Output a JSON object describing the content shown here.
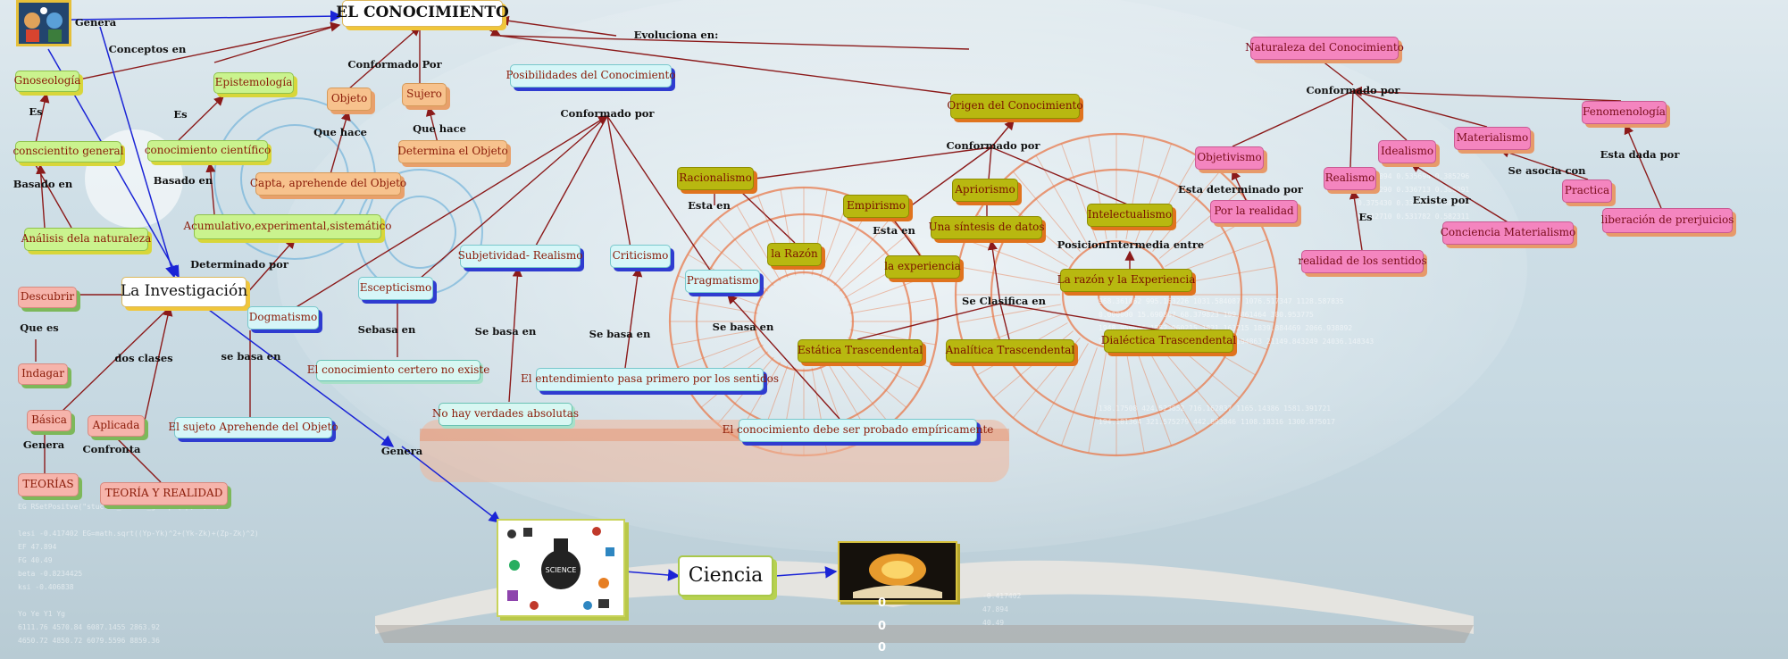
{
  "colors": {
    "link_main": "#8b1a1a",
    "link_blue": "#1b24d6",
    "gear": "#e87a4c"
  },
  "nodes": {
    "title": "EL CONOCIMIENTO",
    "gnoseologia": "Gnoseología",
    "epistemologia": "Epistemología",
    "objeto": "Objeto",
    "sujero": "Sujero",
    "conocimiento_general": "conscientito general",
    "conocimiento_cientifico": "conocimiento científico",
    "determina_objeto": "Determina el Objeto",
    "capta_aprehende": "Capta, aprehende del Objeto",
    "analisis_naturaleza": "Análisis dela naturaleza",
    "acumulativo": "Acumulativo,experimental,sistemático",
    "la_investigacion": "La Investigación",
    "descubrir": "Descubrir",
    "indagar": "Indagar",
    "basica": "Básica",
    "aplicada": "Aplicada",
    "teorias": "TEORÍAS",
    "teoria_realidad": "TEORÍA Y REALIDAD",
    "sujeto_aprehende": "El sujeto Aprehende del Objeto",
    "dogmatismo": "Dogmatismo",
    "escepticismo": "Escepticismo",
    "conocimiento_certero": "El conocimiento certero no existe",
    "no_verdades": "No hay verdades absolutas",
    "subjetividad_realismo": "Subjetividad- Realismo",
    "criticismo": "Criticismo",
    "entendimiento": "El entendimiento pasa primero por los sentidos",
    "posibilidades": "Posibilidades del Conocimiento",
    "pragmatismo": "Pragmatismo",
    "probado_empiricamente": "El conocimiento debe ser probado empíricamente",
    "racionalismo": "Racionalismo",
    "la_razon": "la Razón",
    "empirismo": "Empirismo",
    "la_experiencia": "la experiencia",
    "apriorismo": "Apriorismo",
    "sintesis_datos": "Una síntesis de datos",
    "origen": "Origen del Conocimiento",
    "intelectualismo": "Intelectualismo",
    "razon_experiencia": "La razón y la Experiencia",
    "estatica": "Estática Trascendental",
    "analitica": "Analítica Trascendental",
    "dialectica": "Dialéctica Trascendental",
    "ciencia": "Ciencia",
    "naturaleza": "Naturaleza del Conocimiento",
    "objetivismo": "Objetivismo",
    "por_realidad": "Por la realidad",
    "realismo": "Realismo",
    "realidad_sentidos": "realidad de los sentidos",
    "idealismo": "Idealismo",
    "materialismo": "Materialismo",
    "conciencia_materialismo": "Conciencia Materialismo",
    "practica": "Practica",
    "fenomenologia": "Fenomenología",
    "liberacion": "liberación de prerjuicios"
  },
  "labels": {
    "genera_top": "Genera",
    "conceptos_en": "Conceptos  en",
    "es_left": "Es",
    "es_mid": "Es",
    "conformado_por_top": "Conformado Por",
    "que_hace_1": "Que hace",
    "que_hace_2": "Que hace",
    "basado_en_1": "Basado en",
    "basado_en_2": "Basado en",
    "determinado_por": "Determinado por",
    "que_es": "Que es",
    "dos_clases": "dos clases",
    "se_basa_en_1": "se basa en",
    "genera_left": "Genera",
    "confronta": "Confronta",
    "genera_bottom": "Genera",
    "sebasa_en": "Sebasa en",
    "se_basa_en_2": "Se basa en",
    "se_basa_en_3": "Se basa en",
    "se_basa_en_4": "Se basa en",
    "conformado_por_pos": "Conformado por",
    "evoluciona_en": "Evoluciona en:",
    "esta_en_1": "Esta en",
    "esta_en_2": "Esta en",
    "conformado_por_origen": "Conformado por",
    "posicion_intermedia": "PosicionIntermedia entre",
    "se_clasifica": "Se Clasifica en",
    "conformado_por_nat": "Conformado por",
    "esta_determinado": "Esta determinado por",
    "es_right": "Es",
    "existe_por": "Existe por",
    "se_asocia": "Se asocia con",
    "esta_dada": "Esta dada por"
  },
  "images": {
    "top_left_icon": "thinking-heads-icon",
    "science_icon": "science-collage-image",
    "book_icon": "glowing-book-image"
  },
  "footer_digits": [
    "0",
    "0",
    "0"
  ]
}
